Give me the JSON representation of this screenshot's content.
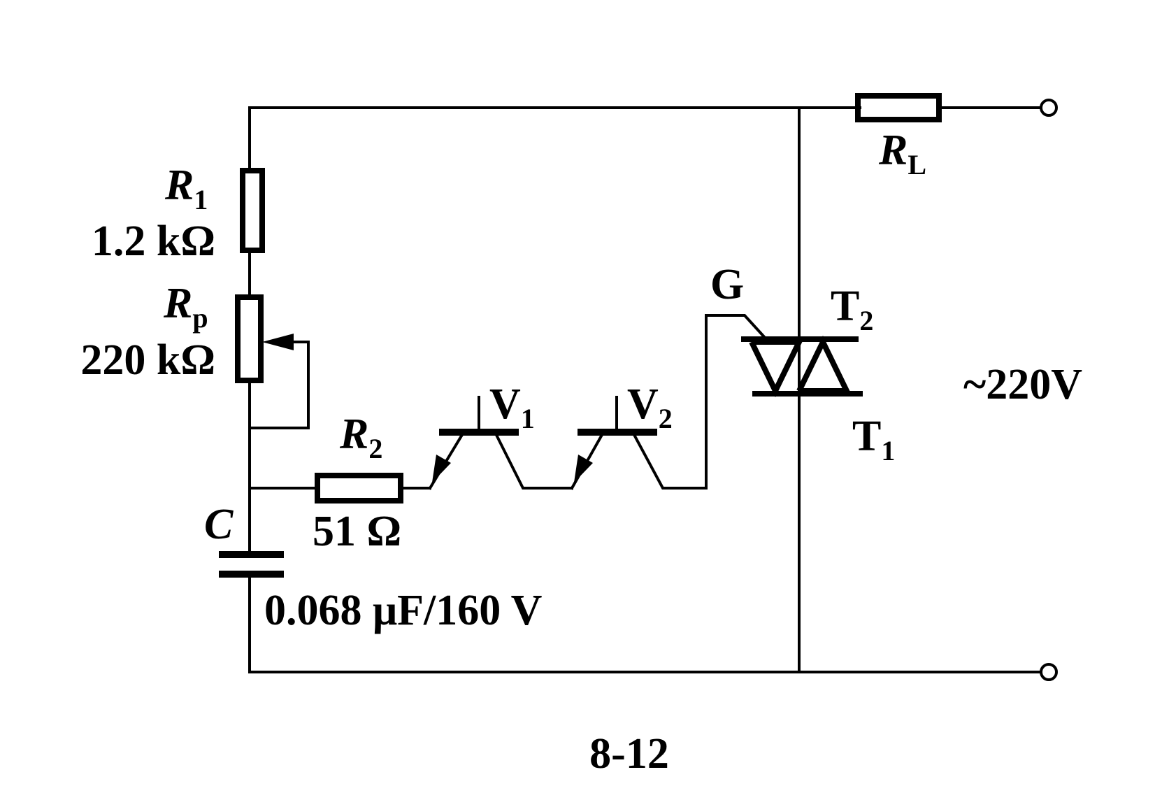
{
  "diagram": {
    "figure_label": "8-12",
    "source_label": "~220V",
    "components": {
      "R1": {
        "symbol": "R",
        "subscript": "1",
        "value": "1.2 kΩ"
      },
      "Rp": {
        "symbol": "R",
        "subscript": "p",
        "value": "220 kΩ"
      },
      "R2": {
        "symbol": "R",
        "subscript": "2",
        "value": "51 Ω"
      },
      "C": {
        "symbol": "C",
        "value": "0.068 μF/160 V"
      },
      "RL": {
        "symbol": "R",
        "subscript": "L"
      },
      "V1": {
        "symbol": "V",
        "subscript": "1"
      },
      "V2": {
        "symbol": "V",
        "subscript": "2"
      },
      "triac": {
        "gate": "G",
        "t2": {
          "symbol": "T",
          "subscript": "2"
        },
        "t1": {
          "symbol": "T",
          "subscript": "1"
        }
      }
    }
  }
}
